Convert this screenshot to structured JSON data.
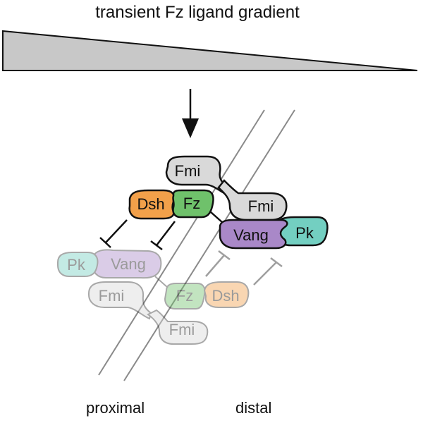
{
  "title": "transient Fz ligand gradient",
  "labels": {
    "proximal": "proximal",
    "distal": "distal"
  },
  "proteins": {
    "fmi": "Fmi",
    "dsh": "Dsh",
    "fz": "Fz",
    "vang": "Vang",
    "pk": "Pk"
  },
  "colors": {
    "gradient_fill": "#c8c8c8",
    "fmi": "#d9d9d9",
    "dsh": "#f2a04a",
    "fz": "#6fc16b",
    "vang": "#a988c8",
    "pk": "#73cfc1",
    "membrane": "#8a8a8a"
  }
}
